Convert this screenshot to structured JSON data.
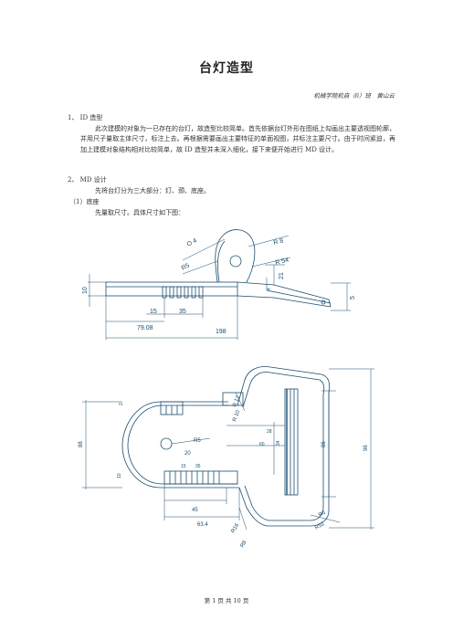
{
  "document": {
    "title": "台灯造型",
    "author": "机械学院机自（6）班　黄山云",
    "footer": "第 1 页 共 10 页"
  },
  "sections": {
    "s1_heading": "1、 ID 造型",
    "s1_para": "此次建模的对象为一已存在的台灯，故造型比较简单。首先依据台灯外形在图纸上勾画出主要透视图轮廓，并用尺子量取主体尺寸，标注上去。再根据需要画出主要特征的单面视图，并标注主要尺寸。由于时间紧迫，再加上建模对象结构相对比较简单，故 ID 造型并未深入细化，接下来便开始进行 MD 设计。",
    "s2_heading": "2、 MD 设计",
    "s2_line": "先将台灯分为三大部分：灯、颈、底座。",
    "s3_heading": "（1）底座",
    "s3_line": "先量取尺寸。具体尺寸如下图："
  },
  "drawing_top": {
    "dims": {
      "d4": "O 4",
      "r8": "R 8",
      "r5": "R5",
      "r54": "R 54",
      "d21": "21",
      "d10": "10",
      "d5": "5",
      "d15": "15",
      "d35": "35",
      "d7908": "79.08",
      "d198": "198",
      "d4v": "4"
    }
  },
  "drawing_bottom": {
    "dims": {
      "d2": "2",
      "r12": "R 12",
      "r10": "R 10",
      "r5": "R5",
      "d20": "20",
      "d28": "28",
      "d60": "60",
      "d88": "88",
      "d15": "15",
      "d35": "35",
      "d10": "10",
      "d34": "34",
      "d86": "86",
      "d96": "96",
      "d45": "45",
      "d634": "63.4",
      "r16": "R16",
      "r8": "R8",
      "r6": "R6",
      "r52": "R52"
    }
  }
}
